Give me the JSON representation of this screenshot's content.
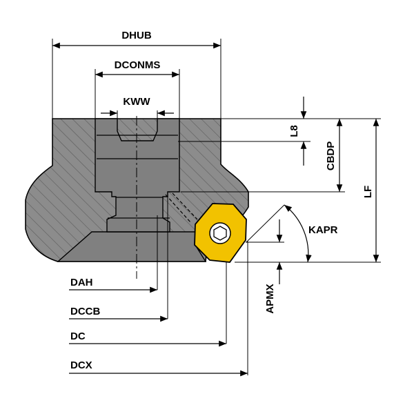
{
  "labels": {
    "dhub": "DHUB",
    "dconms": "DCONMS",
    "kww": "KWW",
    "l8": "L8",
    "cbdp": "CBDP",
    "lf": "LF",
    "kapr": "KAPR",
    "apmx": "APMX",
    "dah": "DAH",
    "dccb": "DCCB",
    "dc": "DC",
    "dcx": "DCX"
  },
  "colors": {
    "body": "#8a8a8a",
    "hatch": "#5a5a5a",
    "insert": "#f2c200",
    "line": "#000000"
  }
}
